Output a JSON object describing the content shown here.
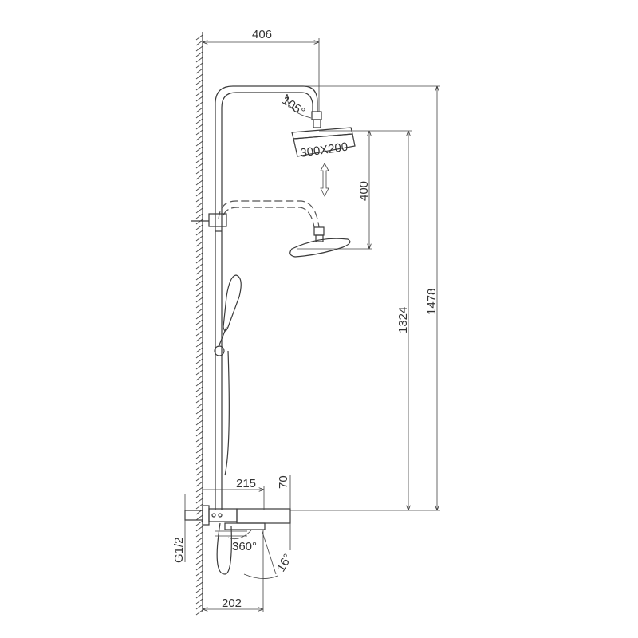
{
  "drawing": {
    "dimensions": {
      "arm_reach": "406",
      "head_angle": "105°",
      "head_size": "300X200",
      "height_adjust": "400",
      "head_height_low": "1324",
      "total_height": "1478",
      "mixer_depth": "215",
      "mixer_height": "70",
      "inlet_thread": "G1/2",
      "spout_rotation": "360°",
      "spout_tilt": "16°",
      "spout_reach": "202"
    }
  }
}
